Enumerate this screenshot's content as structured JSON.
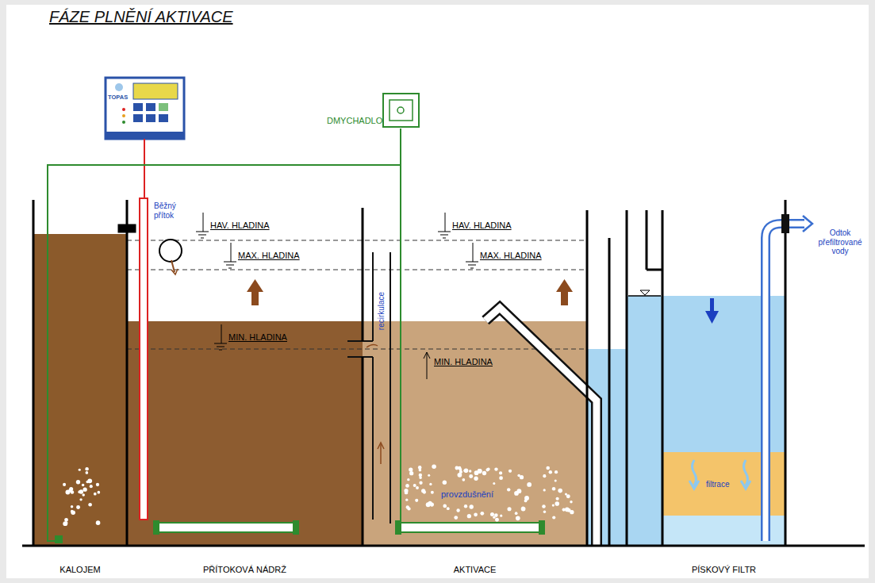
{
  "diagram": {
    "title": "FÁZE PLNĚNÍ AKTIVACE",
    "nodes": [
      {
        "text": [
          "TOPAS"
        ]
      },
      {
        "text": [
          "DMYCHADLO"
        ]
      },
      {
        "text": [
          "KALOJEM"
        ]
      },
      {
        "text": [
          "PŘÍTOKOVÁ NÁDRŽ"
        ]
      },
      {
        "text": [
          "AKTIVACE"
        ]
      },
      {
        "text": [
          "PÍSKOVÝ FILTR"
        ]
      }
    ],
    "edges": [
      {
        "from": 0,
        "to": 3,
        "arrow": "none"
      },
      {
        "from": 1,
        "to": 2,
        "arrow": "none"
      },
      {
        "from": 1,
        "to": 4,
        "arrow": "none"
      }
    ],
    "labels": [
      "Běžný přítok",
      "HAV. HLADINA",
      "MAX. HLADINA",
      "MIN. HLADINA",
      "recirkulace",
      "HAV. HLADINA",
      "MAX. HLADINA",
      "MIN. HLADINA",
      "provzdušnění",
      "filtrace",
      "Odtok přefiltrované vody"
    ]
  }
}
